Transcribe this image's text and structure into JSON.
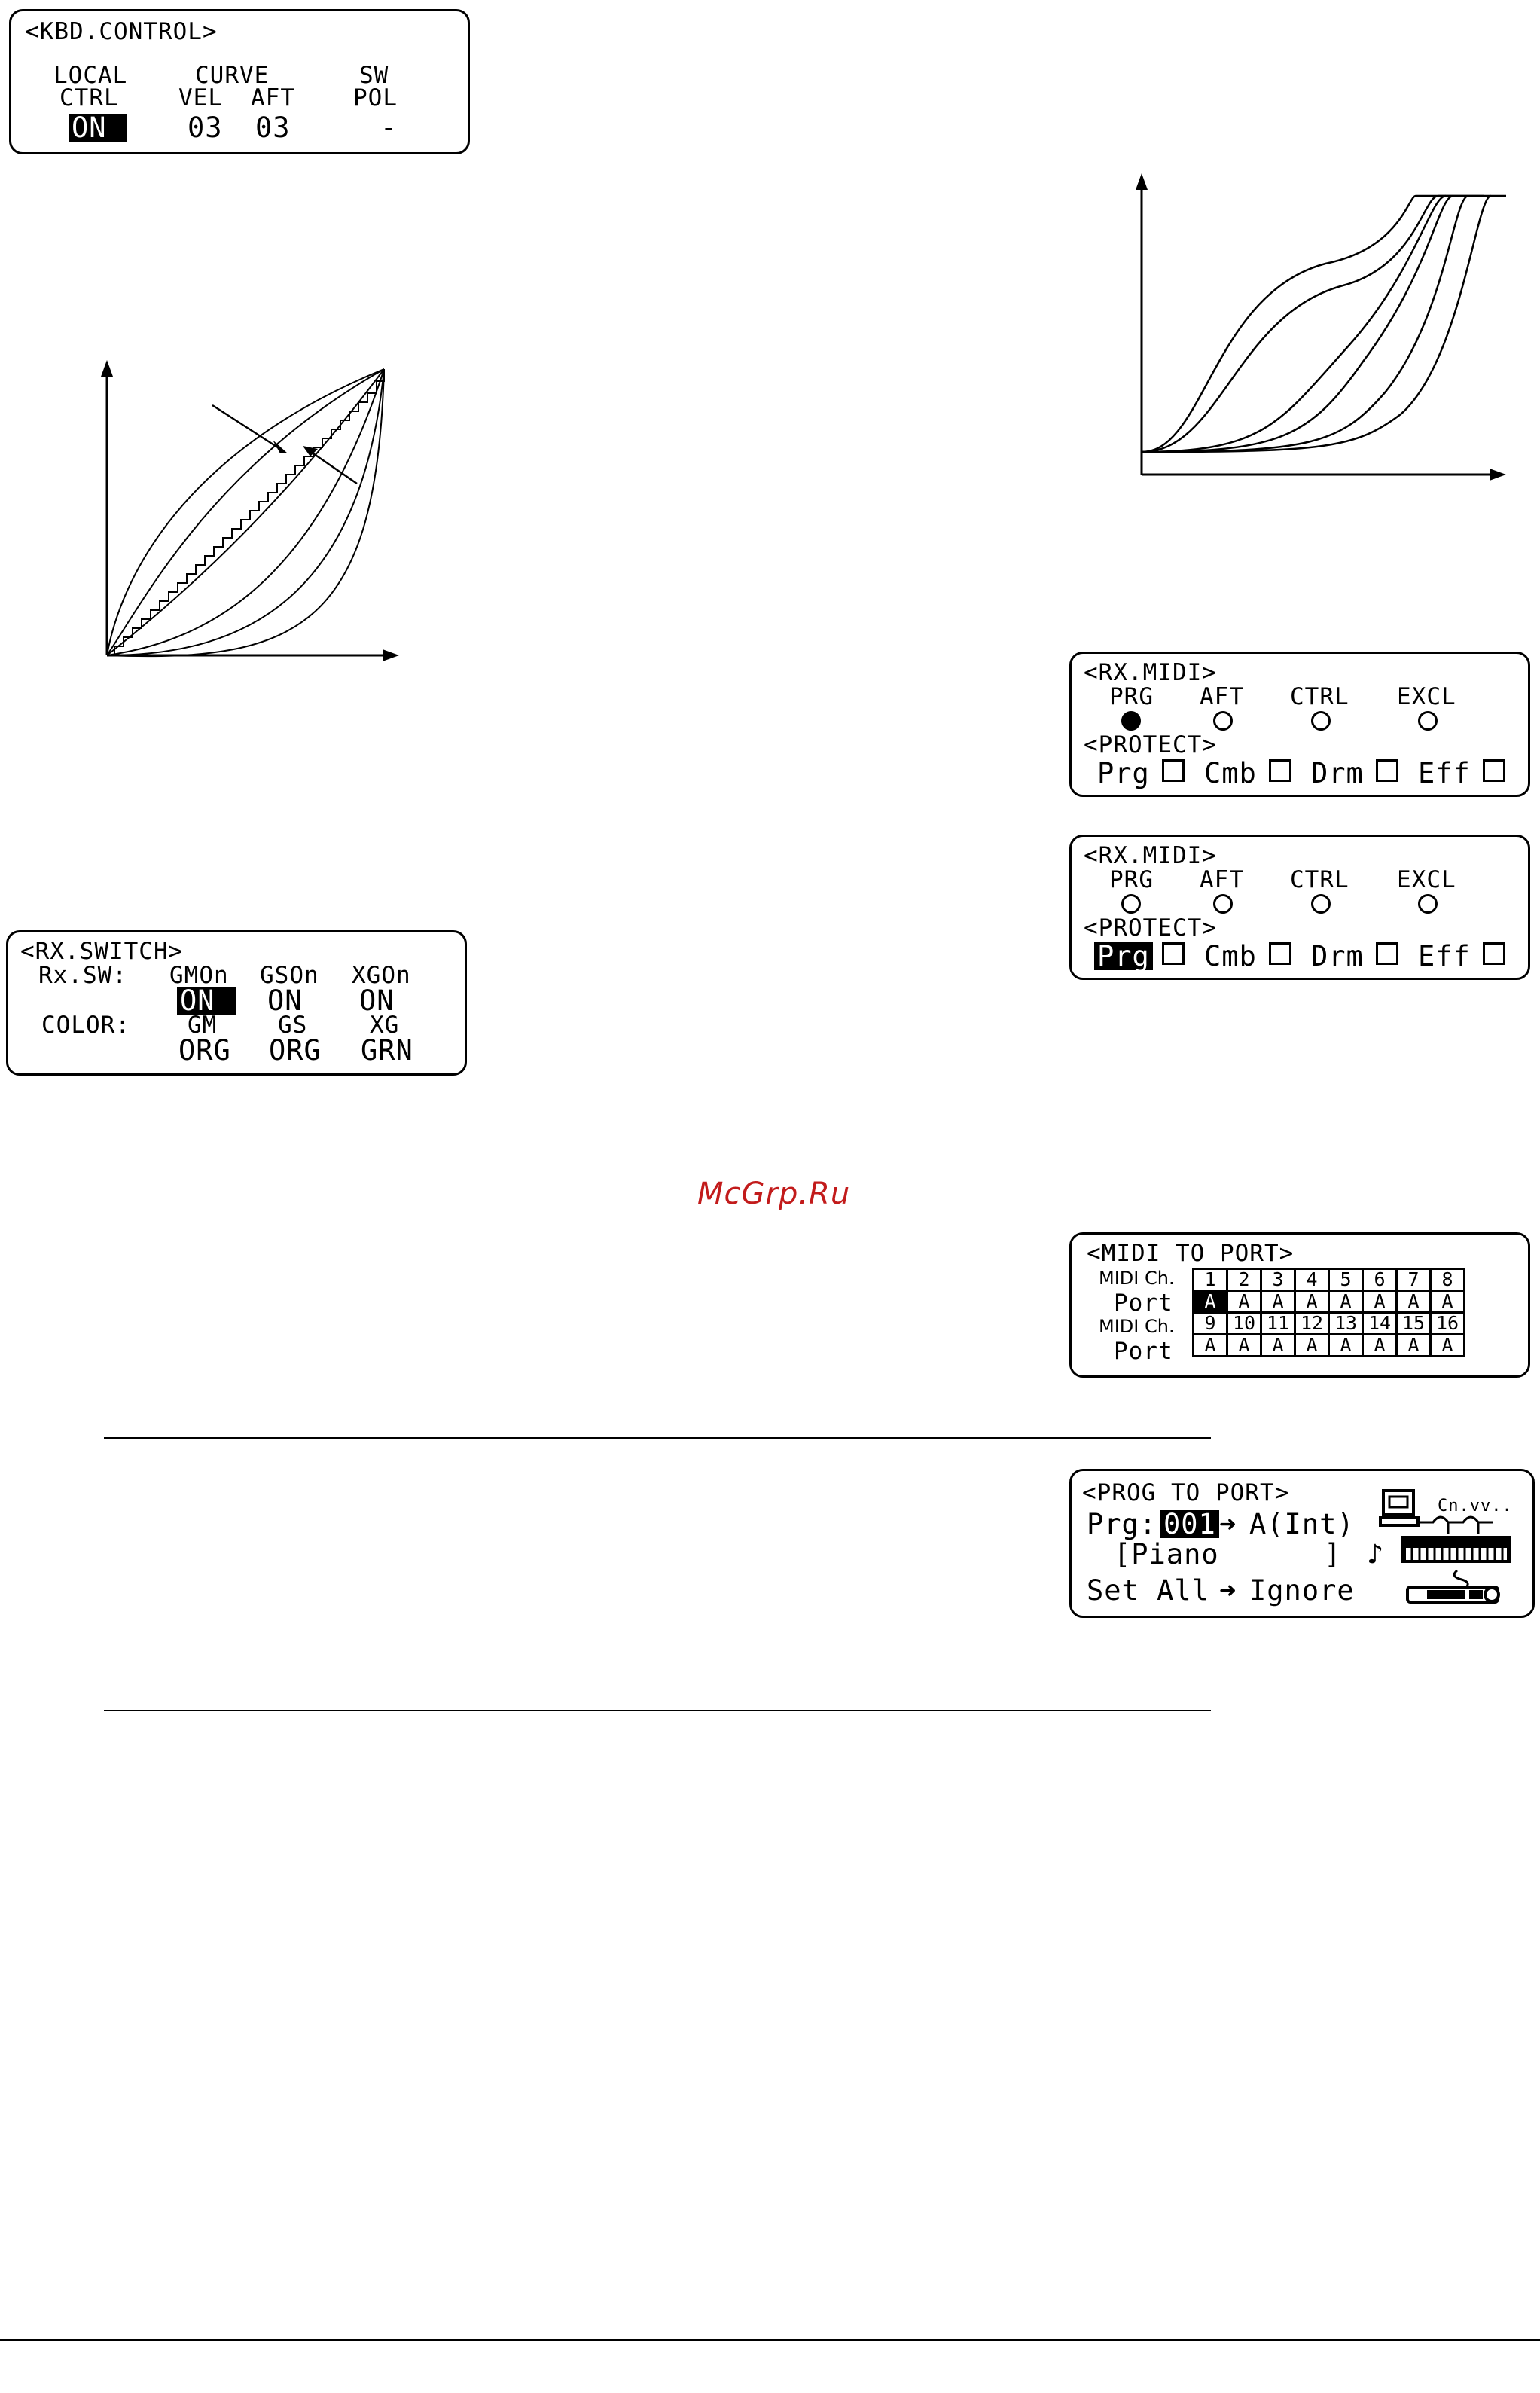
{
  "kbd_control": {
    "title": "<KBD.CONTROL>",
    "local_label": "LOCAL",
    "local_sub": "CTRL",
    "local_value": "ON",
    "curve_label": "CURVE",
    "curve_vel_label": "VEL",
    "curve_aft_label": "AFT",
    "curve_vel_value": "03",
    "curve_aft_value": "03",
    "sw_label": "SW",
    "sw_sub": "POL",
    "sw_value": "-"
  },
  "rx_switch": {
    "title": "<RX.SWITCH>",
    "rxsw_label": "Rx.SW:",
    "color_label": "COLOR:",
    "columns": [
      {
        "label": "GMOn",
        "value": "ON",
        "color_label": "GM",
        "color_value": "ORG"
      },
      {
        "label": "GSOn",
        "value": "ON",
        "color_label": "GS",
        "color_value": "ORG"
      },
      {
        "label": "XGOn",
        "value": "ON",
        "color_label": "XG",
        "color_value": "GRN"
      }
    ]
  },
  "rx_midi_1": {
    "title": "<RX.MIDI>",
    "items": [
      "PRG",
      "AFT",
      "CTRL",
      "EXCL"
    ],
    "protect_title": "<PROTECT>",
    "protect_items": [
      "Prg",
      "Cmb",
      "Drm",
      "Eff"
    ]
  },
  "rx_midi_2": {
    "title": "<RX.MIDI>",
    "items": [
      "PRG",
      "AFT",
      "CTRL",
      "EXCL"
    ],
    "protect_title": "<PROTECT>",
    "protect_items": [
      "Prg",
      "Cmb",
      "Drm",
      "Eff"
    ]
  },
  "midi_to_port": {
    "title": "<MIDI TO PORT>",
    "ch_label": "MIDI Ch.",
    "port_label": "Port",
    "channels_row1": [
      "1",
      "2",
      "3",
      "4",
      "5",
      "6",
      "7",
      "8"
    ],
    "ports_row1": [
      "A",
      "A",
      "A",
      "A",
      "A",
      "A",
      "A",
      "A"
    ],
    "channels_row2": [
      "9",
      "10",
      "11",
      "12",
      "13",
      "14",
      "15",
      "16"
    ],
    "ports_row2": [
      "A",
      "A",
      "A",
      "A",
      "A",
      "A",
      "A",
      "A"
    ]
  },
  "prog_to_port": {
    "title": "<PROG TO PORT>",
    "prg_label": "Prg:",
    "prg_value": "001",
    "arrow": "➜",
    "port_value": "A(Int)",
    "name": "[Piano      ]",
    "set_all_label": "Set All",
    "set_all_value": "Ignore",
    "cn_label": "Cn.vv..",
    "note_icon": "♪"
  },
  "watermark": "McGrp.Ru"
}
